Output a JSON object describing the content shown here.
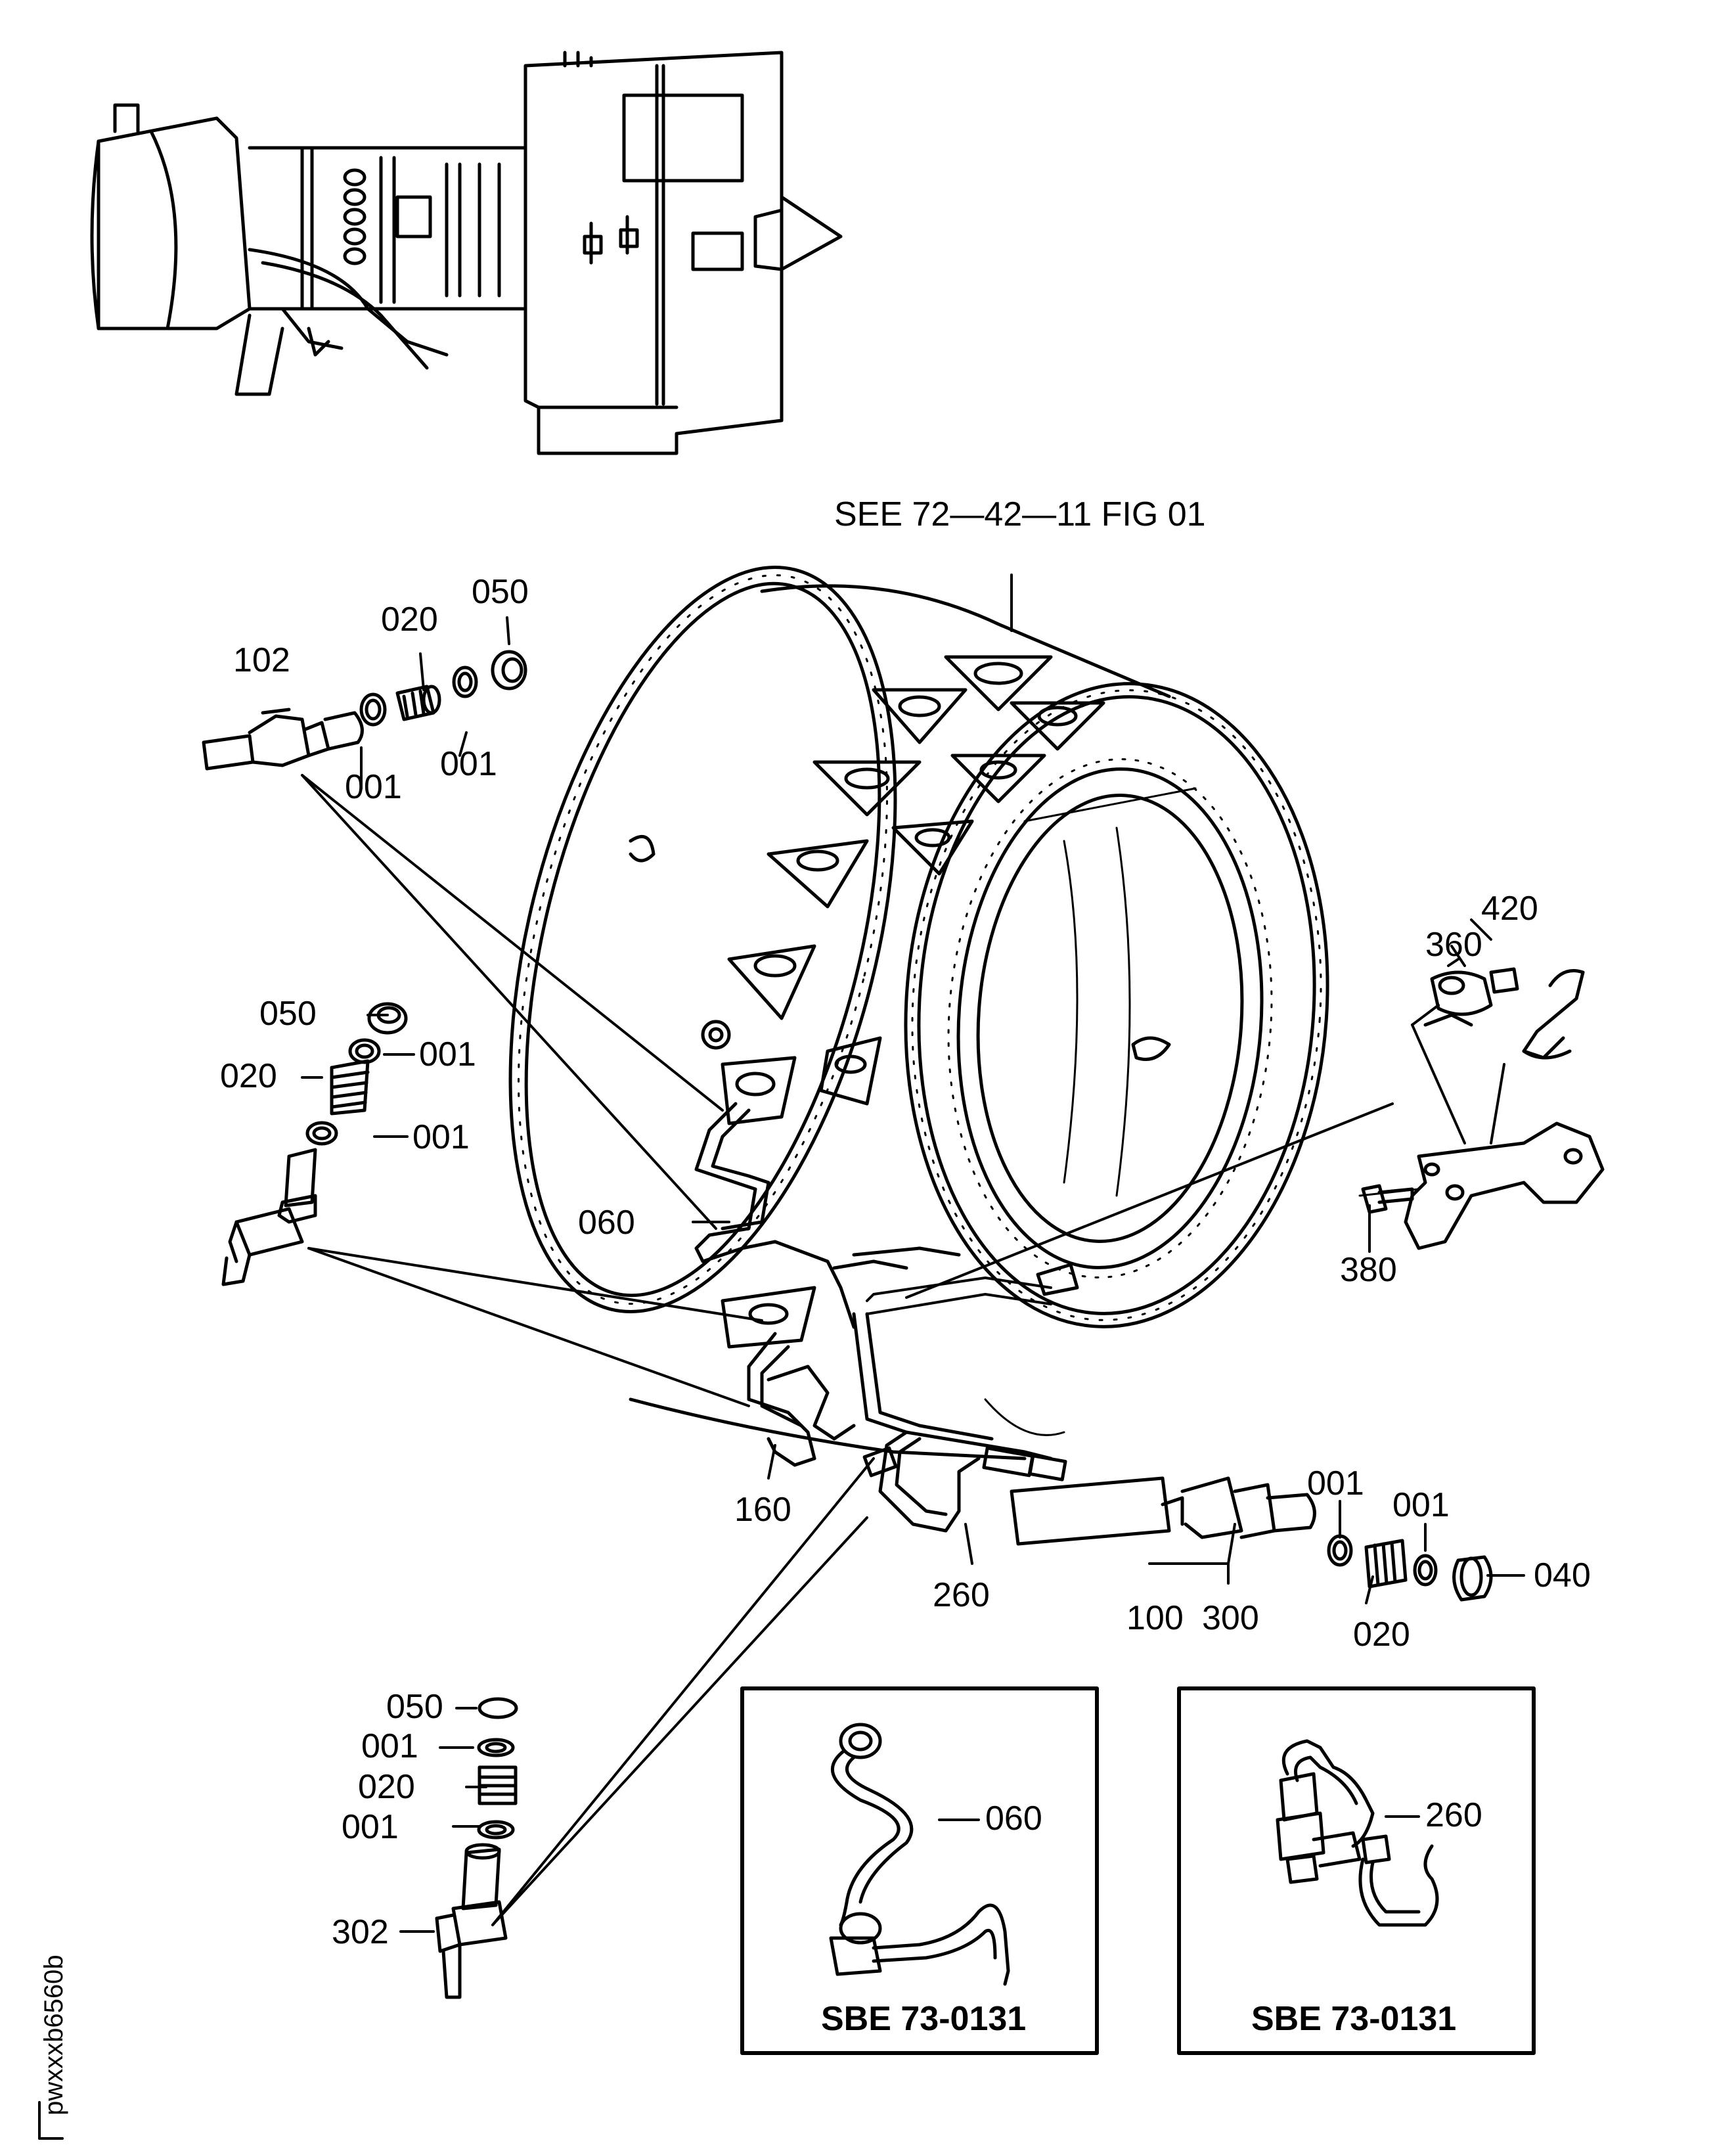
{
  "figure": {
    "reference": "SEE 72—42—11 FIG 01",
    "side_code": "pwxxxb6560b"
  },
  "labels": {
    "l102": "102",
    "l020a": "020",
    "l050a": "050",
    "l001a": "001",
    "l001b": "001",
    "l050b": "050",
    "l020b": "020",
    "l001c": "001",
    "l001d": "001",
    "l060": "060",
    "l160": "160",
    "l260": "260",
    "l100": "100",
    "l300": "300",
    "l001e": "001",
    "l001f": "001",
    "l040": "040",
    "l020c": "020",
    "l420": "420",
    "l360": "360",
    "l380": "380",
    "l050c": "050",
    "l001g": "001",
    "l020d": "020",
    "l001h": "001",
    "l302": "302"
  },
  "insets": [
    {
      "part": "060",
      "caption": "SBE 73-0131"
    },
    {
      "part": "260",
      "caption": "SBE 73-0131"
    }
  ]
}
